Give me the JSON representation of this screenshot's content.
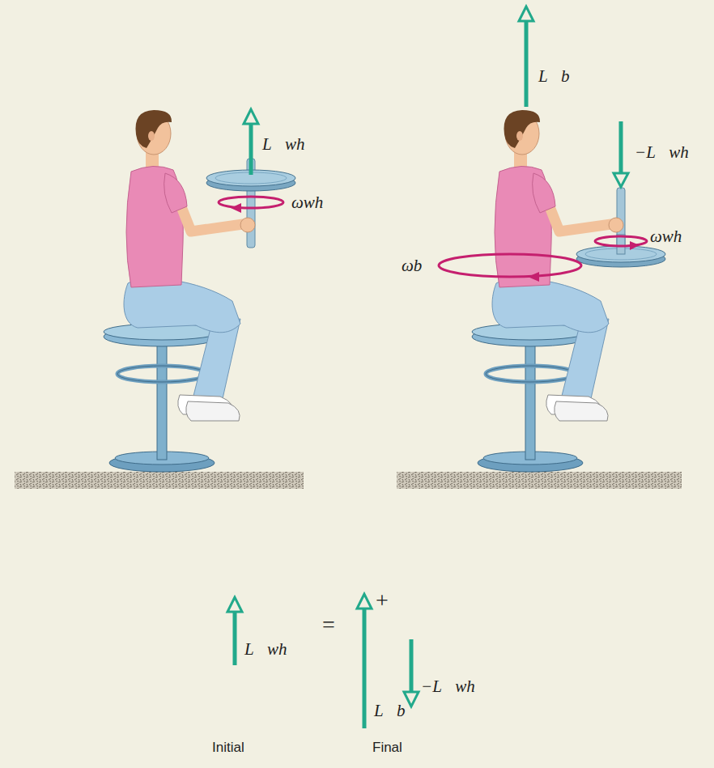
{
  "diagram": {
    "labels": [
      "L⃗wh",
      "ωwh",
      "L⃗b",
      "−L⃗wh",
      "ωwh",
      "ωb",
      "L⃗wh",
      "=",
      "+",
      "L⃗b",
      "−L⃗wh",
      "Initial",
      "Final"
    ]
  }
}
